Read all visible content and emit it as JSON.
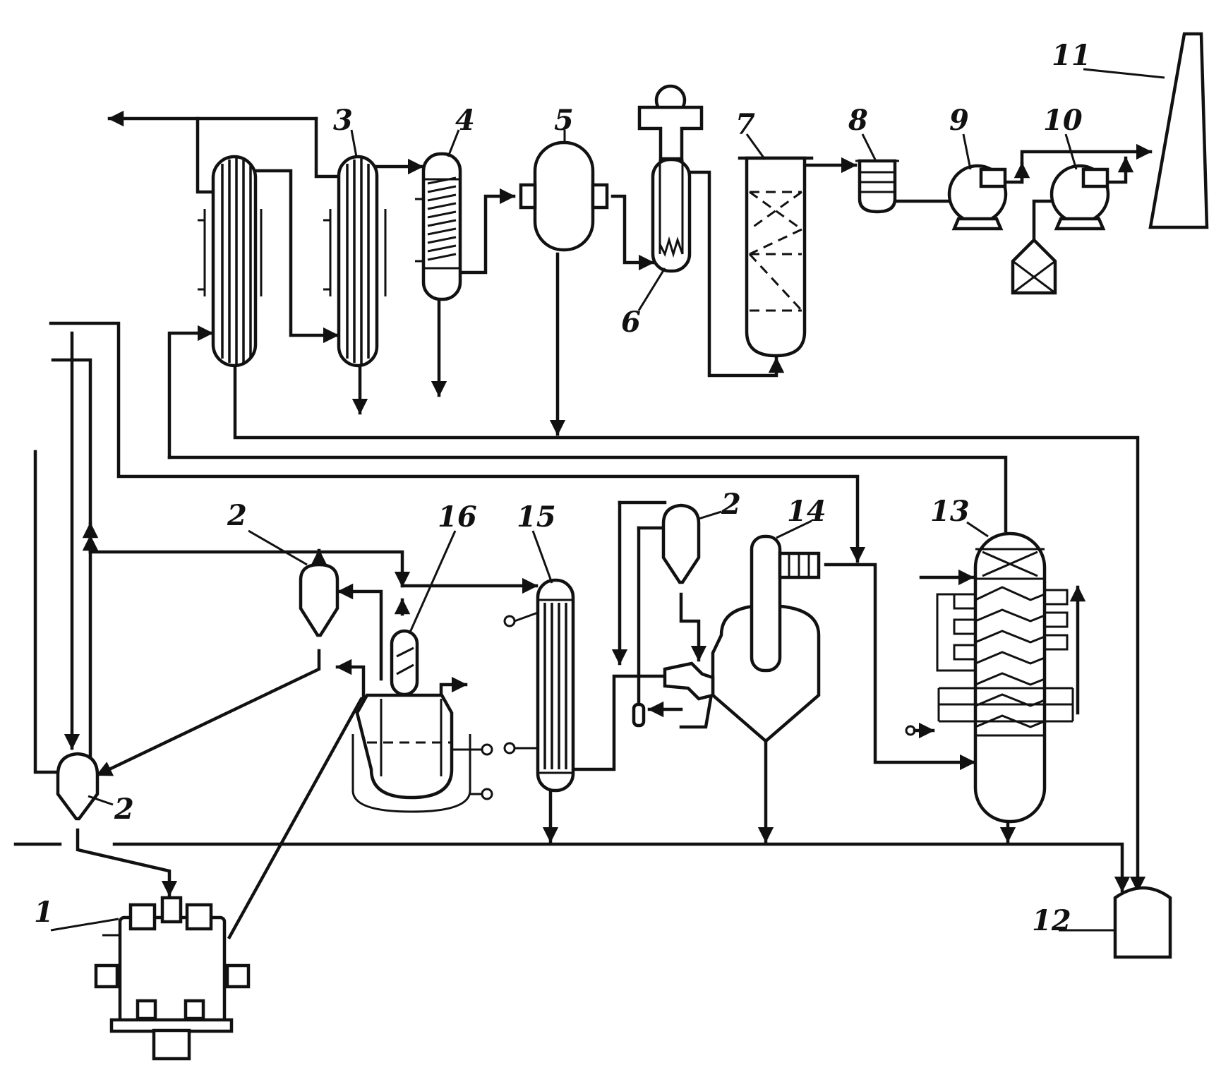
{
  "diagram": {
    "labels": {
      "u1": "1",
      "u2a": "2",
      "u2b": "2",
      "u2c": "2",
      "u3": "3",
      "u4": "4",
      "u5": "5",
      "u6": "6",
      "u7": "7",
      "u8": "8",
      "u9": "9",
      "u10": "10",
      "u11": "11",
      "u12": "12",
      "u13": "13",
      "u14": "14",
      "u15": "15",
      "u16": "16"
    },
    "colors": {
      "line": "#111111",
      "background": "#ffffff"
    }
  }
}
